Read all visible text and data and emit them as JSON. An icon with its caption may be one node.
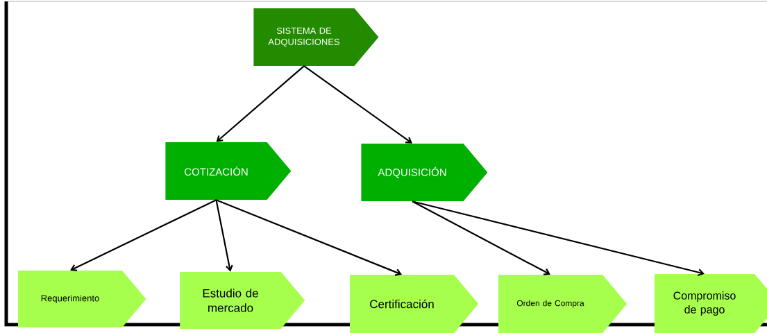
{
  "diagram": {
    "nodes": [
      {
        "text": [
          "SISTEMA DE ADQUISICIONES"
        ]
      },
      {
        "text": [
          "COTIZACIÓN"
        ]
      },
      {
        "text": [
          "ADQUISICIÓN"
        ]
      },
      {
        "text": [
          "Requerimiento"
        ]
      },
      {
        "text": [
          "Estudio de mercado"
        ]
      },
      {
        "text": [
          "Certificación"
        ]
      },
      {
        "text": [
          "Orden de Compra"
        ]
      },
      {
        "text": [
          "Compromiso de pago"
        ]
      }
    ],
    "edges": [
      {
        "from": 0,
        "to": 1,
        "arrow": "to"
      },
      {
        "from": 0,
        "to": 2,
        "arrow": "to"
      },
      {
        "from": 1,
        "to": 3,
        "arrow": "to"
      },
      {
        "from": 1,
        "to": 4,
        "arrow": "to"
      },
      {
        "from": 1,
        "to": 5,
        "arrow": "to"
      },
      {
        "from": 2,
        "to": 6,
        "arrow": "to"
      },
      {
        "from": 2,
        "to": 7,
        "arrow": "to"
      }
    ]
  }
}
